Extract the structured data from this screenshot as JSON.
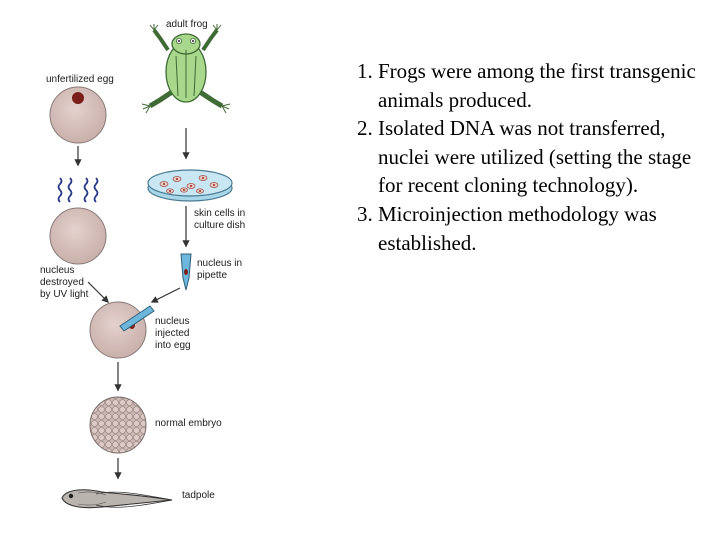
{
  "diagram": {
    "labels": {
      "adult_frog": "adult frog",
      "unfertilized_egg": "unfertilized egg",
      "skin_cells_1": "skin cells in",
      "skin_cells_2": "culture dish",
      "nucleus_destroyed_1": "nucleus",
      "nucleus_destroyed_2": "destroyed",
      "nucleus_destroyed_3": "by UV light",
      "nucleus_pipette_1": "nucleus in",
      "nucleus_pipette_2": "pipette",
      "nucleus_injected_1": "nucleus",
      "nucleus_injected_2": "injected",
      "nucleus_injected_3": "into egg",
      "normal_embryo": "normal embryo",
      "tadpole": "tadpole"
    },
    "colors": {
      "egg_fill": "#d9c3bf",
      "egg_stroke": "#8a7a78",
      "nucleus": "#7a1f1a",
      "frog_fill": "#a8d88c",
      "frog_stroke": "#3f6b35",
      "dish_fill": "#a9d7ea",
      "uv_wave": "#2a3a8a",
      "pipette": "#6db7dc",
      "arrow": "#333333"
    }
  },
  "facts": [
    "Frogs were among the first transgenic animals produced.",
    "Isolated DNA was not transferred, nuclei were utilized (setting the stage for recent cloning technology).",
    "Microinjection methodology was established."
  ]
}
